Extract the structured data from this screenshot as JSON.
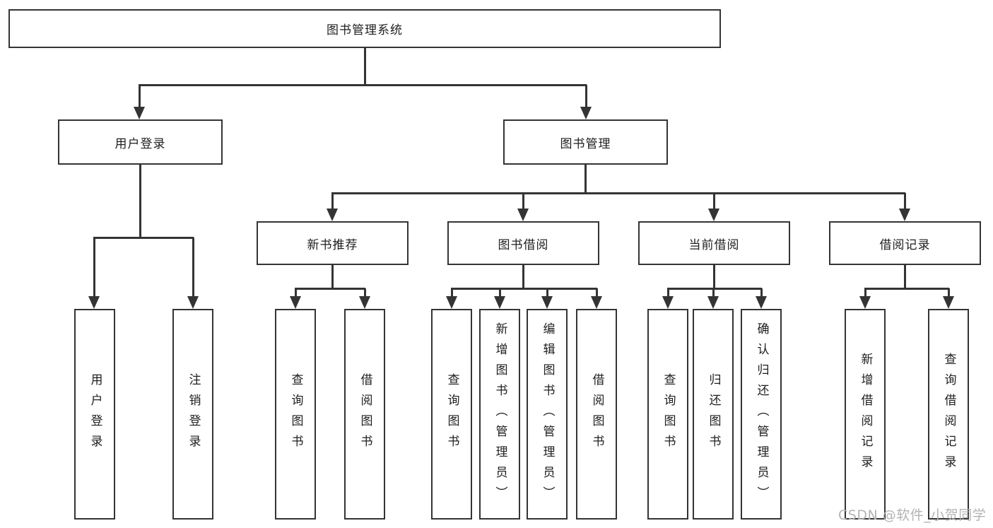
{
  "nodes": {
    "root": "图书管理系统",
    "user_login": "用户登录",
    "book_mgmt": "图书管理",
    "new_book_rec": "新书推荐",
    "book_borrow": "图书借阅",
    "current_borrow": "当前借阅",
    "borrow_record": "借阅记录",
    "leaf_user_login": "用户登录",
    "leaf_logout": "注销登录",
    "leaf_rec_query": "查询图书",
    "leaf_rec_borrow": "借阅图书",
    "leaf_bb_query": "查询图书",
    "leaf_bb_add": "新增图书（管理员）",
    "leaf_bb_edit": "编辑图书（管理员）",
    "leaf_bb_borrow": "借阅图书",
    "leaf_cb_query": "查询图书",
    "leaf_cb_return": "归还图书",
    "leaf_cb_confirm": "确认归还（管理员）",
    "leaf_br_add": "新增借阅记录",
    "leaf_br_query": "查询借阅记录"
  },
  "watermark": "CSDN @软件_小贺同学",
  "colors": {
    "line": "#343434",
    "text": "#1e1e1e",
    "watermark": "#b3b3b3",
    "background": "#ffffff"
  }
}
